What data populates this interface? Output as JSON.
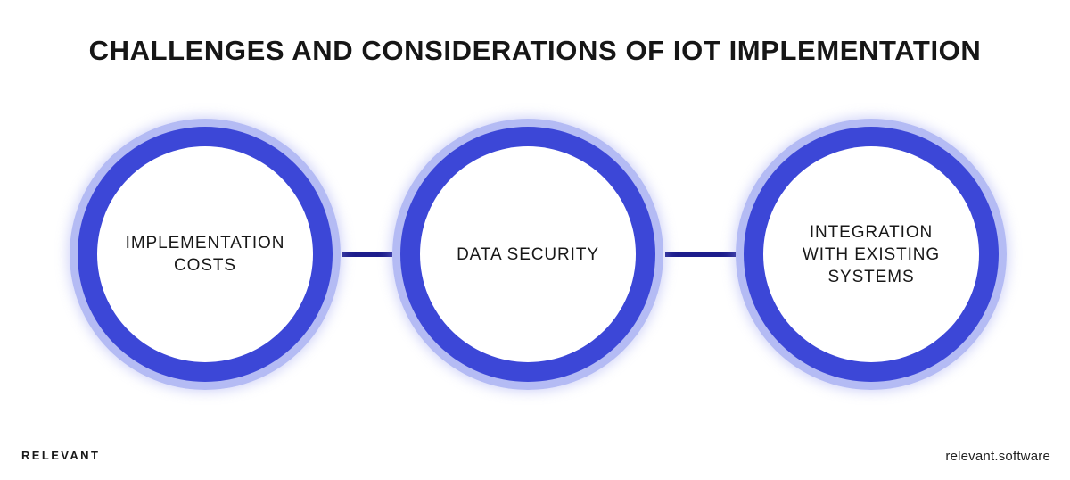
{
  "page": {
    "title": "CHALLENGES AND CONSIDERATIONS OF IOT IMPLEMENTATION",
    "background_color": "#ffffff",
    "title_color": "#161616"
  },
  "theme": {
    "ring_color": "#3c47d7",
    "halo_color": "#b4bbf4",
    "connector_color": "#1d1d8c",
    "text_color": "#181818"
  },
  "diagram": {
    "type": "linear-chain",
    "nodes": [
      {
        "id": "implementation-costs",
        "label": "IMPLEMENTATION\nCOSTS"
      },
      {
        "id": "data-security",
        "label": "DATA SECURITY"
      },
      {
        "id": "integration-with-existing-systems",
        "label": "INTEGRATION\nWITH EXISTING\nSYSTEMS"
      }
    ],
    "connectors": [
      {
        "from": "implementation-costs",
        "to": "data-security"
      },
      {
        "from": "data-security",
        "to": "integration-with-existing-systems"
      }
    ]
  },
  "footer": {
    "brand": "RELEVANT",
    "website": "relevant.software"
  }
}
